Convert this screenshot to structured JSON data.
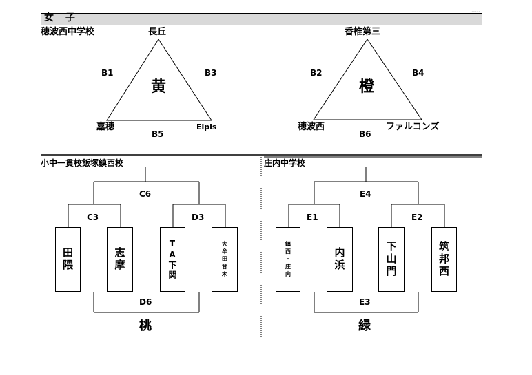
{
  "header": {
    "title": "女 子",
    "corner_mark": "‥‥‥‥"
  },
  "triangle_left": {
    "top_team": "長丘",
    "left_team": "嘉穂",
    "right_team": "Elpis",
    "left_edge_label": "B1",
    "right_edge_label": "B3",
    "bottom_edge_label": "B5",
    "center_color": "黄",
    "venue": "穂波西中学校"
  },
  "triangle_right": {
    "top_team": "香椎第三",
    "left_team": "穂波西",
    "right_team": "ファルコンズ",
    "left_edge_label": "B2",
    "right_edge_label": "B4",
    "bottom_edge_label": "B6",
    "center_color": "橙"
  },
  "bracket_left": {
    "venue": "小中一貫校飯塚鎮西校",
    "final_label": "C6",
    "semi_left_label": "C3",
    "semi_right_label": "D3",
    "bottom_label": "D6",
    "color": "桃",
    "teams": [
      "田隈",
      "志摩",
      "TA下関",
      "大牟田甘木"
    ]
  },
  "bracket_right": {
    "venue": "庄内中学校",
    "final_label": "E4",
    "semi_left_label": "E1",
    "semi_right_label": "E2",
    "bottom_label": "E3",
    "color": "緑",
    "teams": [
      "鎮西・庄内",
      "内浜",
      "下山門",
      "筑邦西"
    ]
  }
}
